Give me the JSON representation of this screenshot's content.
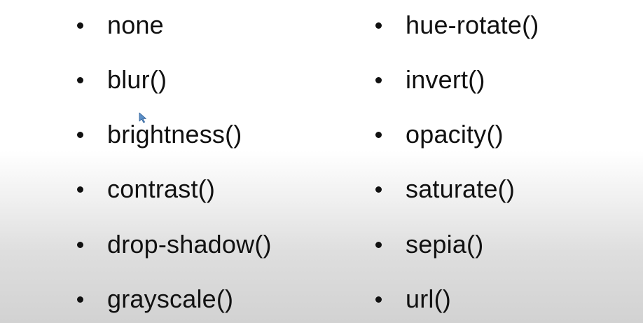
{
  "left_column": [
    "none",
    "blur()",
    "brightness()",
    "contrast()",
    "drop-shadow()",
    "grayscale()"
  ],
  "right_column": [
    "hue-rotate()",
    "invert()",
    "opacity()",
    "saturate()",
    "sepia()",
    "url()"
  ],
  "colors": {
    "text": "#111111",
    "cursor": "#5b8fc7"
  },
  "icons": {
    "pointer": "mouse-pointer-icon"
  }
}
